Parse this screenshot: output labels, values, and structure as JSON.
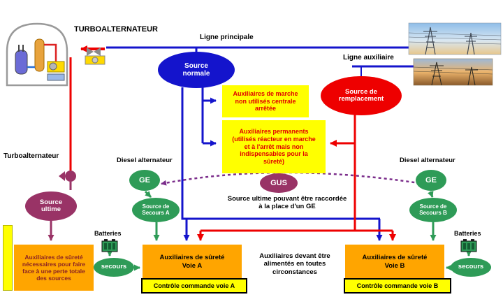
{
  "labels": {
    "turboalternateur_top": "TURBOALTERNATEUR",
    "ligne_principale": "Ligne principale",
    "ligne_auxiliaire": "Ligne auxiliaire",
    "turboalternateur_left": "Turboalternateur",
    "diesel_left": "Diesel alternateur",
    "diesel_right": "Diesel alternateur",
    "batteries_left": "Batteries",
    "batteries_right": "Batteries"
  },
  "ellipses": {
    "source_normale": "Source normale",
    "source_remplacement": "Source de remplacement",
    "source_ultime": "Source ultime",
    "ge_left": "GE",
    "ge_right": "GE",
    "gus": "GUS",
    "source_secours_a": "Source de Secours A",
    "source_secours_b": "Source de Secours B",
    "secours_left": "secours",
    "secours_right": "secours"
  },
  "boxes": {
    "aux_marche": "Auxiliaires de marche non utilisés centrale arrêtée",
    "aux_permanents": "Auxiliaires permanents (utilisés réacteur en marche et à l'arrêt  mais non indispensables pour la sûreté)",
    "aux_perte_totale": "Auxiliaires de sûreté nécessaires pour faire face à une perte totale des sources",
    "aux_voie_a": "Auxiliaires de sûreté Voie A",
    "aux_voie_b": "Auxiliaires de sûreté Voie B",
    "controle_voie_a": "Contrôle commande voie A",
    "controle_voie_b": "Contrôle commande voie B"
  },
  "notes": {
    "gus_note": "Source ultime pouvant être raccordée à la place d'un GE",
    "alimentation_note": "Auxiliaires devant être alimentés en toutes circonstances"
  },
  "colors": {
    "ligne_bleue": "#1414CC",
    "ligne_rouge": "#EE0000",
    "vert_secours": "#2E9B57",
    "violet_ultime": "#993366",
    "arc_gus": "#7B2D8B",
    "fond_jaune": "#FFFF00",
    "fond_orange": "#FFA500",
    "texte_rouge": "#E00000"
  }
}
